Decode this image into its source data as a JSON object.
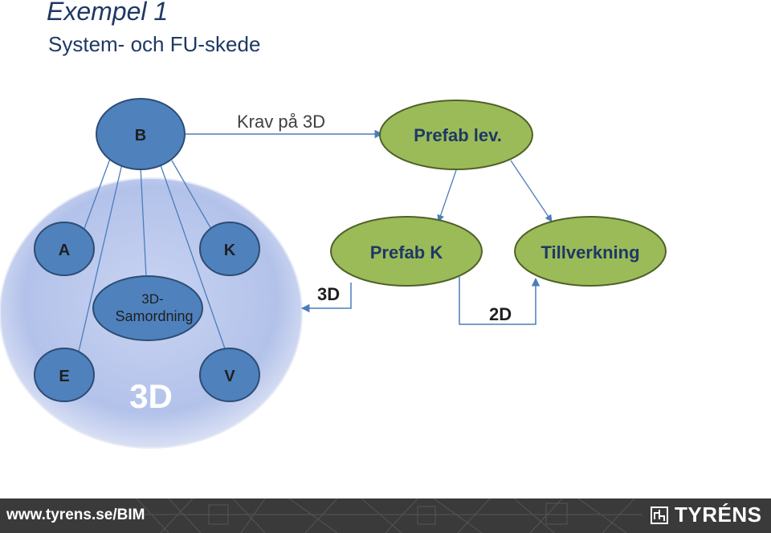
{
  "slide": {
    "title": "Exempel 1",
    "subtitle": "System- och FU-skede"
  },
  "diagram": {
    "nodes": {
      "b": "B",
      "a": "A",
      "k": "K",
      "e": "E",
      "v": "V",
      "samordning_line1": "3D-",
      "samordning_line2": "Samordning",
      "prefab_lev": "Prefab lev.",
      "prefab_k": "Prefab K",
      "tillverkning": "Tillverkning"
    },
    "labels": {
      "krav": "Krav på 3D",
      "big_3d": "3D",
      "label_3d": "3D",
      "label_2d": "2D"
    },
    "colors": {
      "blue_node": "#4f81bd",
      "blue_border": "#2c4d75",
      "green_node": "#9bbb59",
      "green_border": "#4f6228",
      "cloud": "#b8c7ea",
      "arrow": "#4a7ebb"
    }
  },
  "footer": {
    "url": "www.tyrens.se/BIM",
    "logo": "TYRÉNS",
    "logo_icon": "tyrens-logo-icon"
  }
}
